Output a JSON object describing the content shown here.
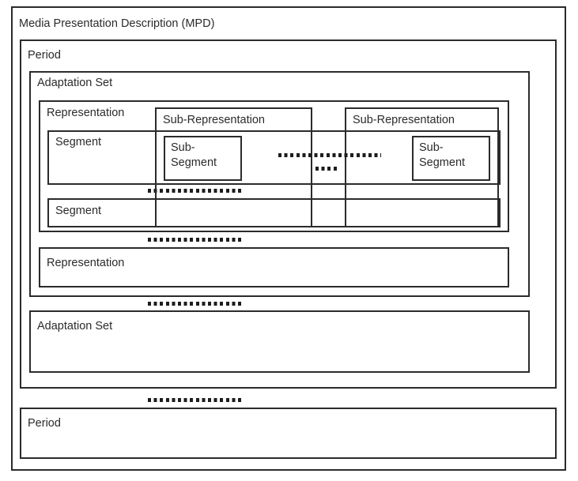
{
  "diagram": {
    "title": "Media Presentation Description (MPD)",
    "mpd_label": "Media Presentation Description (MPD)",
    "period_1_label": "Period",
    "period_2_label": "Period",
    "adaptation_set_1_label": "Adaptation Set",
    "adaptation_set_2_label": "Adaptation Set",
    "representation_1_label": "Representation",
    "representation_2_label": "Representation",
    "segment_1_label": "Segment",
    "segment_2_label": "Segment",
    "sub_representation_1_label": "Sub-Representation",
    "sub_representation_2_label": "Sub-Representation",
    "sub_segment_1_label": "Sub-Segment",
    "sub_segment_2_label": "Sub-Segment",
    "ellipsis_horizontal": "................",
    "ellipsis_short": "....",
    "colors": {
      "stroke": "#2b2b2b",
      "text": "#2b2b2b",
      "background": "#ffffff",
      "dot": "#1d1d1d"
    }
  }
}
